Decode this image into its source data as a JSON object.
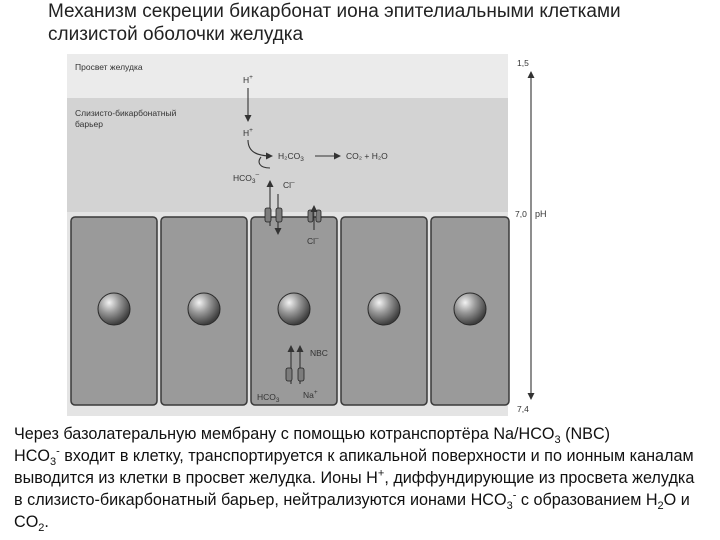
{
  "title": {
    "line1": "Механизм секреции бикарбонат иона эпителиальными клетками",
    "line2": "слизистой оболочки желудка"
  },
  "diagram": {
    "zone_lumen": "Просвет желудка",
    "zone_barrier_line1": "Слизисто-бикарбонатный",
    "zone_barrier_line2": "барьер",
    "h_ion_top": "H",
    "h_ion_mid": "H",
    "ion_plus": "+",
    "h2co3_main": "H₂CO",
    "h2co3_sub": "3",
    "products": "CO₂ + H₂O",
    "hco3_main": "HCO",
    "hco3_sub": "3",
    "cl_top": "Cl",
    "cl_bottom": "Cl",
    "ion_minus": "–",
    "nbc": "NBC",
    "hco3_bottom": "HCO",
    "na": "Na",
    "ph_top": "1,5",
    "ph_mid": "7,0",
    "ph_bottom": "7,4",
    "ph_label": "pH",
    "colors": {
      "lumen": "#ebebeb",
      "barrier": "#d2d2d2",
      "cell": "#9a9a9a",
      "cell_border": "#3a3a3a",
      "nucleus": "#6e6e6e"
    },
    "icons": [
      "arrow-icon",
      "channel-icon",
      "nucleus-icon"
    ]
  },
  "caption": {
    "s1": "Через базолатеральную мембрану с помощью котранспортёра Na/HCO",
    "s1_sub": "3",
    "s2": " (NBC)",
    "s3": "HCO",
    "s3_sub": "3",
    "s3_sup": "-",
    "s4": " входит в клетку, транспортируется к апикальной поверхности и по ионным каналам выводится из клетки в просвет желудка. Ионы H",
    "s4_sup": "+",
    "s5": ", диффундирующие из просвета желудка в слизисто-бикарбонатный барьер, нейтрализуются ионами HCO",
    "s5_sub": "3",
    "s5_sup": "-",
    "s6": " с образованием H",
    "s6_sub": "2",
    "s7": "O и CO",
    "s7_sub": "2",
    "s8": "."
  }
}
